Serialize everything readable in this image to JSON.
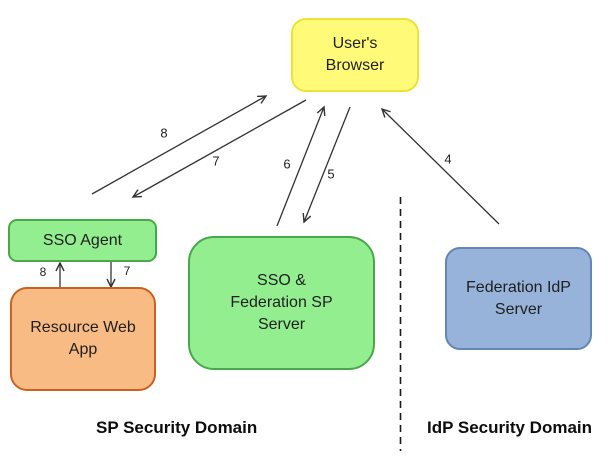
{
  "nodes": {
    "browser": {
      "label": "User's\nBrowser",
      "fill": "#FFFB79",
      "border": "#EDE23A"
    },
    "sso_agent": {
      "label": "SSO Agent",
      "fill": "#93EE90",
      "border": "#49A84A"
    },
    "resource_web_app": {
      "label": "Resource Web\nApp",
      "fill": "#F8BB83",
      "border": "#CB6120"
    },
    "sp_server": {
      "label": "SSO &\nFederation SP\nServer",
      "fill": "#93EE90",
      "border": "#49A84A"
    },
    "idp_server": {
      "label": "Federation IdP\nServer",
      "fill": "#97B3D9",
      "border": "#6386B7"
    }
  },
  "arrow_labels": {
    "agent_to_browser": "8",
    "browser_to_agent": "7",
    "sp_to_browser": "6",
    "browser_to_sp": "5",
    "idp_to_browser": "4",
    "app_to_agent": "8",
    "agent_to_app": "7"
  },
  "domains": {
    "sp_label": "SP Security Domain",
    "idp_label": "IdP Security Domain"
  },
  "colors": {
    "arrow_stroke": "#333333",
    "divider_stroke": "#1a1a1a",
    "text": "#1f1f1f"
  }
}
